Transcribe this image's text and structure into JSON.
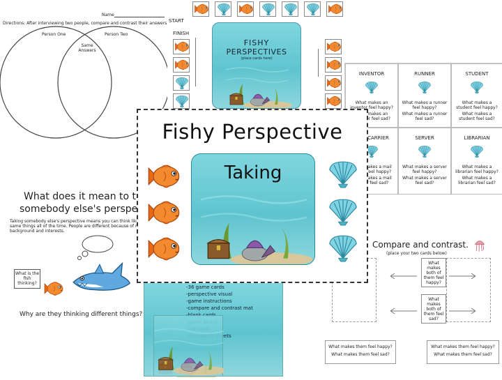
{
  "worksheet": {
    "name_label": "Name",
    "directions": "Directions: After interviewing two people, compare and contrast their answers.",
    "person_one": "Person One",
    "person_two": "Person Two",
    "same_answers": "Same Answers"
  },
  "board": {
    "start": "START",
    "finish": "FINISH",
    "title_line1": "FISHY",
    "title_line2": "PERSPECTIVES",
    "subtitle": "(place cards here)"
  },
  "cards": [
    {
      "title": "INVENTOR",
      "q1": "What makes an inventor feel happy?",
      "q2": "What makes an inventor feel sad?"
    },
    {
      "title": "RUNNER",
      "q1": "What makes a runner feel happy?",
      "q2": "What makes a runner feel sad?"
    },
    {
      "title": "STUDENT",
      "q1": "What makes a student feel happy?",
      "q2": "What makes a student feel sad?"
    },
    {
      "title": "MAIL CARRIER",
      "q1": "What makes a mail carrier feel happy?",
      "q2": "What makes a mail carrier feel sad?"
    },
    {
      "title": "SERVER",
      "q1": "What makes a server feel happy?",
      "q2": "What makes a server feel sad?"
    },
    {
      "title": "LIBRARIAN",
      "q1": "What makes a librarian feel happy?",
      "q2": "What makes a librarian feel sad?"
    }
  ],
  "visual": {
    "heading_line1": "What does it mean to take",
    "heading_line2": "somebody else's perspective?",
    "body": "Taking somebody else's perspective means you can think like them. Not everybody thinks the same things all of the time. People are different because of many different things like experience, background and interests.",
    "bubble": "What is the fish thinking?",
    "question": "Why are they thinking different things?"
  },
  "main": {
    "title_line1": "Fishy Perspective",
    "title_line2": "Taking"
  },
  "compare": {
    "title": "Compare and contrast.",
    "subtitle": "(place your two cards below)",
    "box1": "What makes both of them feel happy?",
    "box2": "What makes both of them feel sad?",
    "q_happy": "What makes them feel happy?",
    "q_sad": "What makes them feel sad?"
  },
  "contents": [
    "-36 game cards",
    "-perspective visual",
    "-game instructions",
    "-compare and contrast mat",
    "-blank cards",
    "-game board",
    "-foil cards",
    "-homework sheets"
  ],
  "colors": {
    "fish": "#f07a22",
    "shell": "#5fbfd0",
    "sea": "#6cccd6"
  }
}
